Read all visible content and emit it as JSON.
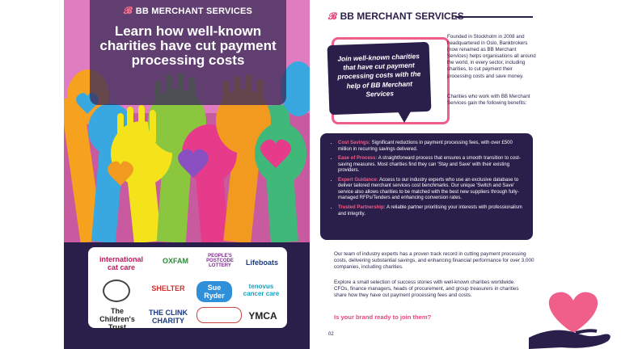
{
  "left_page": {
    "brand": "BB MERCHANT SERVICES",
    "headline": "Learn how well-known charities have cut payment processing costs",
    "logos": [
      "international cat care",
      "OXFAM",
      "PEOPLE'S POSTCODE LOTTERY",
      "Lifeboats",
      "SHELTER",
      "Sue Ryder",
      "tenovus cancer care",
      "The Children's Trust",
      "THE CLINK CHARITY",
      "YMCA"
    ]
  },
  "right_page": {
    "brand": "BB MERCHANT SERVICES",
    "callout": "Join well-known charities that have cut payment processing costs with the help of BB Merchant Services",
    "intro_1": "Founded in Stockholm in 2008 and headquartered in Oslo, Bankbrokers (now renamed as BB Merchant Services) helps organisations all around the world, in every sector, including charities, to cut payment their processing costs and save money.",
    "intro_2": "Charities who work with BB Merchant Services gain the following benefits:",
    "benefits": [
      {
        "title": "Cost Savings:",
        "text": " Significant reductions in payment processing fees, with over £500 million in recurring savings delivered."
      },
      {
        "title": "Ease of Process:",
        "text": " A straightforward process that ensures a smooth transition to cost-saving measures. Most charities find they can 'Stay and Save' with their existing providers."
      },
      {
        "title": "Expert Guidance:",
        "text": " Access to our industry experts who use an exclusive database to deliver tailored merchant services cost benchmarks. Our unique 'Switch and Save' service also allows charities to be matched with the best new suppliers through fully-managed RFPs/Tenders and enhancing conversion rates."
      },
      {
        "title": "Trusted Partnership:",
        "text": " A reliable partner prioritising your interests with professionalism and integrity."
      }
    ],
    "body_1": "Our team of industry experts has a proven track record in cutting payment processing costs, delivering substantial savings, and enhancing financial performance for over 3,000 companies, including charities.",
    "body_2": "Explore a small selection of success stories with well-known charities worldwide. CFOs, finance managers, heads of procurement, and group treasurers in charities share how they have cut payment processing fees and costs.",
    "cta": "Is your brand ready to join them?",
    "page_number": "02"
  },
  "colors": {
    "navy": "#2a1f4a",
    "pink": "#ef5f8a",
    "brand_pink": "#e8477a"
  }
}
